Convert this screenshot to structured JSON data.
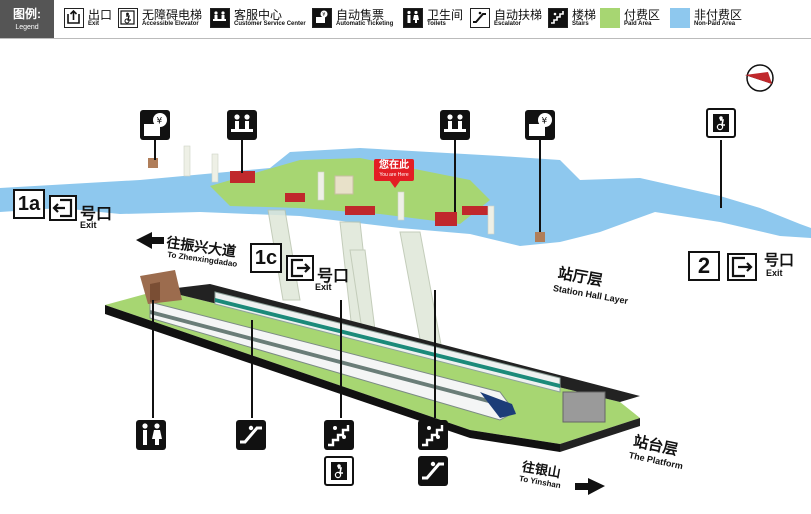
{
  "legend": {
    "tag_zh": "图例:",
    "tag_en": "Legend",
    "items": [
      {
        "zh": "出口",
        "en": "Exit",
        "icon": "exit-icon"
      },
      {
        "zh": "无障碍电梯",
        "en": "Accessible Elevator",
        "icon": "elevator-icon"
      },
      {
        "zh": "客服中心",
        "en": "Customer Service Center",
        "icon": "service-center-icon"
      },
      {
        "zh": "自动售票",
        "en": "Automatic Ticketing",
        "icon": "ticket-machine-icon"
      },
      {
        "zh": "卫生间",
        "en": "Toilets",
        "icon": "toilet-icon"
      },
      {
        "zh": "自动扶梯",
        "en": "Escalator",
        "icon": "escalator-icon"
      },
      {
        "zh": "楼梯",
        "en": "Stairs",
        "icon": "stairs-icon"
      },
      {
        "zh": "付费区",
        "en": "Paid Area",
        "color": "#a7d672"
      },
      {
        "zh": "非付费区",
        "en": "Non-Paid Area",
        "color": "#8ec8ee"
      }
    ]
  },
  "map": {
    "you_are_here_zh": "您在此",
    "you_are_here_en": "You are Here",
    "exit_1a_num": "1a",
    "exit_1c_num": "1c",
    "exit_2_num": "2",
    "exit_suffix_zh": "号口",
    "exit_word_en": "Exit",
    "direction_west_zh": "往振兴大道",
    "direction_west_en": "To Zhenxingdadao",
    "direction_east_zh": "往银山",
    "direction_east_en": "To Yinshan",
    "hall_layer_zh": "站厅层",
    "hall_layer_en": "Station Hall Layer",
    "platform_layer_zh": "站台层",
    "platform_layer_en": "The Platform"
  },
  "colors": {
    "paid": "#a7d672",
    "non_paid": "#8ec8ee",
    "marker": "#e31e24",
    "sign": "#111111"
  }
}
